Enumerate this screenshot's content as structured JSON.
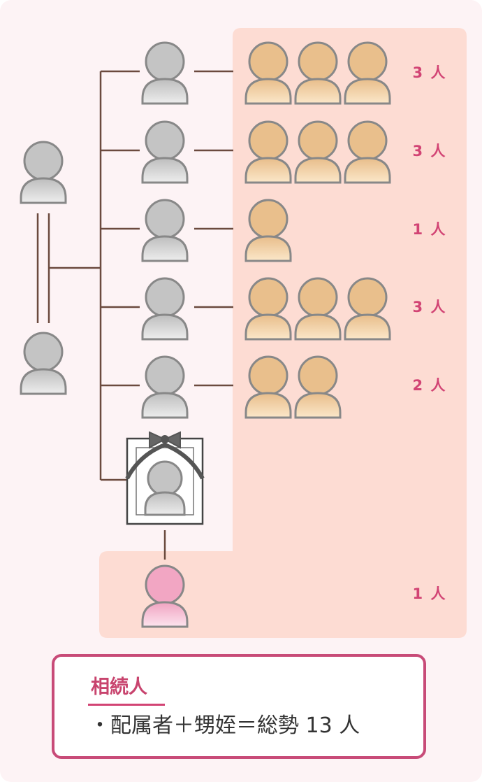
{
  "rows": [
    {
      "count_label": "3 人",
      "nephews": 3
    },
    {
      "count_label": "3 人",
      "nephews": 3
    },
    {
      "count_label": "1 人",
      "nephews": 1
    },
    {
      "count_label": "3 人",
      "nephews": 3
    },
    {
      "count_label": "2 人",
      "nephews": 2
    }
  ],
  "heir_count_label": "1 人",
  "legend": {
    "title": "相続人",
    "text": "・配属者＋甥姪＝総勢 13 人"
  },
  "colors": {
    "background": "#fdf3f5",
    "highlight": "#fddcd3",
    "person_gray": "#bfbfbf",
    "person_orange": "#e9bf8c",
    "person_pink": "#f2a6c3",
    "line": "#6b4a3e",
    "accent": "#d24474"
  }
}
